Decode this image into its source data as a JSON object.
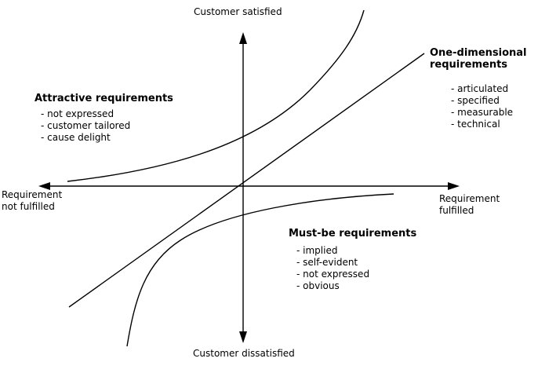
{
  "diagram": {
    "axes": {
      "top": "Customer satisfied",
      "bottom": "Customer dissatisfied",
      "left": {
        "line1": "Requirement",
        "line2": "not fulfilled"
      },
      "right": {
        "line1": "Requirement",
        "line2": "fulfilled"
      }
    },
    "attractive": {
      "title": "Attractive requirements",
      "items": [
        "- not expressed",
        "- customer tailored",
        "- cause delight"
      ]
    },
    "one_dimensional": {
      "title_line1": "One-dimensional",
      "title_line2": "requirements",
      "items": [
        "- articulated",
        "- specified",
        "- measurable",
        "- technical"
      ]
    },
    "must_be": {
      "title": "Must-be requirements",
      "items": [
        "- implied",
        "- self-evident",
        "- not expressed",
        "- obvious"
      ]
    },
    "colors": {
      "line": "#000000",
      "text": "#000000",
      "background": "#ffffff"
    }
  }
}
